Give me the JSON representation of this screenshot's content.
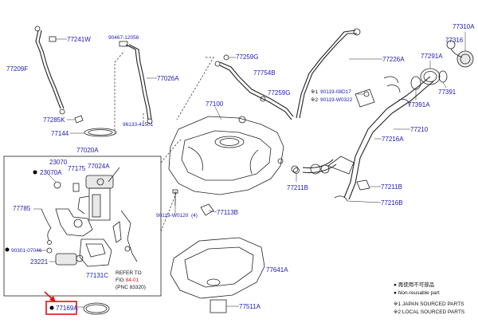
{
  "callouts": {
    "c77241W": "77241W",
    "c90467": "90467-12056",
    "c77209F": "77209F",
    "c77026A": "77026A",
    "c77285K": "77285K",
    "c77144": "77144",
    "c96133": "96133-41501",
    "c77020A": "77020A",
    "c23070": "23070",
    "c23070A": "23070A",
    "c77175": "77175",
    "c77024A": "77024A",
    "c77785": "77785",
    "c90301": "90301-07046",
    "c23221": "23221",
    "c77131C": "77131C",
    "c77169A": "77169A",
    "c77259G_a": "77259G",
    "c77754B": "77754B",
    "c77259G_b": "77259G",
    "c77100": "77100",
    "c90119_08D17": "90119-08D17",
    "c90119_W0322": "90119-W0322",
    "c90119_W0120": "90119-W0120",
    "c90119_W0120_qty": "(4)",
    "c77113B": "77113B",
    "c77641A": "77641A",
    "c77511A": "77511A",
    "c77226A": "77226A",
    "c77291A": "77291A",
    "c77391A": "77391A",
    "c77391": "77391",
    "c77310A": "77310A",
    "c77316": "77316",
    "c77210": "77210",
    "c77216A": "77216A",
    "c77211B_a": "77211B",
    "c77211B_b": "77211B",
    "c77216B": "77216B",
    "mark1": "※1",
    "mark2": "※2"
  },
  "refer": {
    "line1": "REFER TO",
    "line2_prefix": "FIG ",
    "line2_link": "84-01",
    "line3": "(PNC 83320)"
  },
  "legend": {
    "item1": "● 再使用不可部品",
    "item2": "● Non-reusable part",
    "item3": "※1 JAPAN SOURCED PARTS",
    "item4": "※2 LOCAL SOURCED PARTS"
  },
  "colors": {
    "callout_text": "#1a1ab4",
    "highlight": "#e01010",
    "line": "#222222"
  }
}
